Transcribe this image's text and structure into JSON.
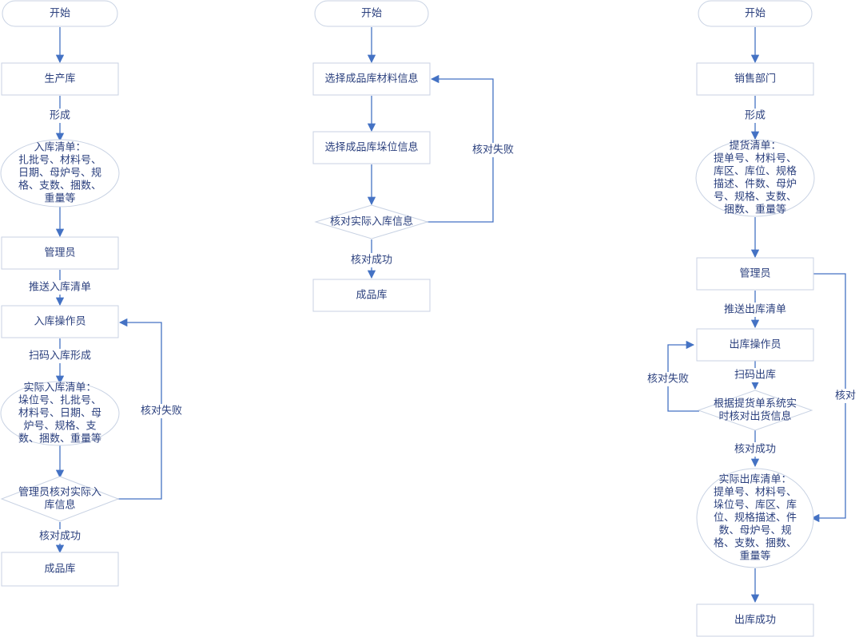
{
  "flows": [
    {
      "id": "inbound",
      "nodes": {
        "start": {
          "lines": [
            "开始"
          ]
        },
        "production": {
          "lines": [
            "生产库"
          ]
        },
        "inbound_list": {
          "lines": [
            "入库清单：",
            "扎批号、材料号、",
            "日期、母炉号、规",
            "格、支数、捆数、",
            "重量等"
          ]
        },
        "admin": {
          "lines": [
            "管理员"
          ]
        },
        "operator": {
          "lines": [
            "入库操作员"
          ]
        },
        "actual_list": {
          "lines": [
            "实际入库清单：",
            "垛位号、扎批号、",
            "材料号、日期、母",
            "炉号、规格、支",
            "数、捆数、重量等"
          ]
        },
        "check": {
          "lines": [
            "管理员核对实际入",
            "库信息"
          ]
        },
        "finished": {
          "lines": [
            "成品库"
          ]
        }
      },
      "edges": {
        "form": "形成",
        "push": "推送入库清单",
        "scan": "扫码入库形成",
        "fail": "核对失败",
        "success": "核对成功"
      }
    },
    {
      "id": "storage",
      "nodes": {
        "start": {
          "lines": [
            "开始"
          ]
        },
        "select_material": {
          "lines": [
            "选择成品库材料信息"
          ]
        },
        "select_location": {
          "lines": [
            "选择成品库垛位信息"
          ]
        },
        "check": {
          "lines": [
            "核对实际入库信息"
          ]
        },
        "finished": {
          "lines": [
            "成品库"
          ]
        }
      },
      "edges": {
        "fail": "核对失败",
        "success": "核对成功"
      }
    },
    {
      "id": "outbound",
      "nodes": {
        "start": {
          "lines": [
            "开始"
          ]
        },
        "sales": {
          "lines": [
            "销售部门"
          ]
        },
        "pick_list": {
          "lines": [
            "提货清单：",
            "提单号、材料号、",
            "库区、库位、规格",
            "描述、件数、母炉",
            "号、规格、支数、",
            "捆数、重量等"
          ]
        },
        "admin": {
          "lines": [
            "管理员"
          ]
        },
        "operator": {
          "lines": [
            "出库操作员"
          ]
        },
        "check": {
          "lines": [
            "根据提货单系统实",
            "时核对出货信息"
          ]
        },
        "actual_list": {
          "lines": [
            "实际出库清单：",
            "提单号、材料号、",
            "垛位号、库区、库",
            "位、规格描述、件",
            "数、母炉号、规",
            "格、支数、捆数、",
            "重量等"
          ]
        },
        "done": {
          "lines": [
            "出库成功"
          ]
        }
      },
      "edges": {
        "form": "形成",
        "push": "推送出库清单",
        "scan": "扫码出库",
        "fail": "核对失败",
        "success": "核对成功",
        "verify": "核对"
      }
    }
  ]
}
